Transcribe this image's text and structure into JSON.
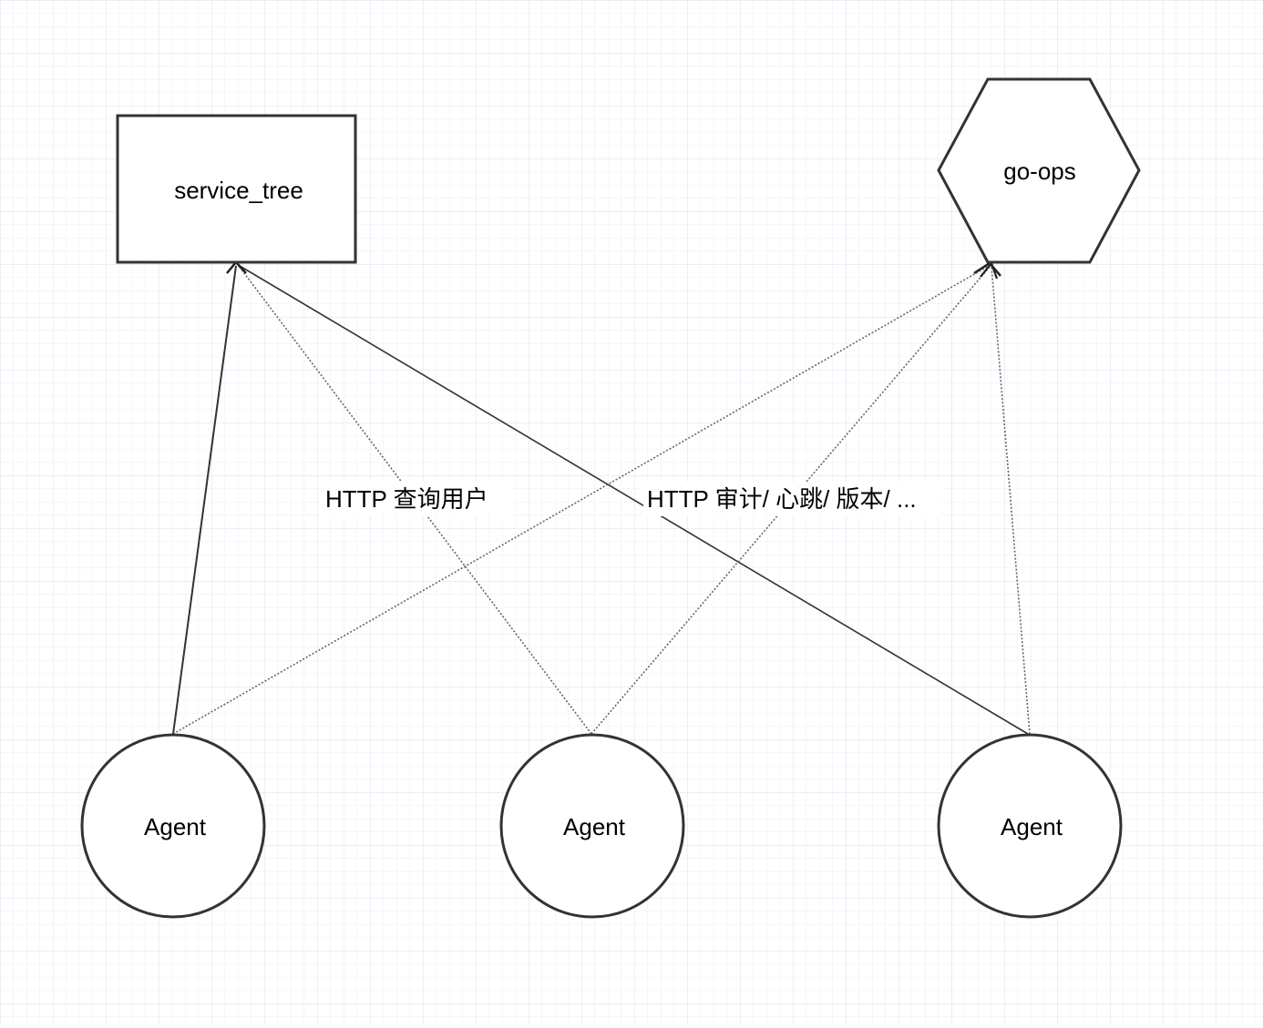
{
  "colors": {
    "background": "#ffffff",
    "grid_minor": "#eeeef9",
    "grid_major": "#e2e2f1",
    "stroke": "#333333",
    "text": "#000000"
  },
  "nodes": {
    "service_tree": {
      "label": "service_tree",
      "shape": "rectangle"
    },
    "go_ops": {
      "label": "go-ops",
      "shape": "hexagon"
    },
    "agent_1": {
      "label": "Agent",
      "shape": "circle"
    },
    "agent_2": {
      "label": "Agent",
      "shape": "circle"
    },
    "agent_3": {
      "label": "Agent",
      "shape": "circle"
    }
  },
  "edges": [
    {
      "from": "agent_1",
      "to": "service_tree",
      "style": "solid"
    },
    {
      "from": "agent_2",
      "to": "service_tree",
      "style": "dotted"
    },
    {
      "from": "agent_3",
      "to": "service_tree",
      "style": "solid"
    },
    {
      "from": "agent_1",
      "to": "go_ops",
      "style": "dotted"
    },
    {
      "from": "agent_2",
      "to": "go_ops",
      "style": "dotted"
    },
    {
      "from": "agent_3",
      "to": "go_ops",
      "style": "dotted"
    }
  ],
  "edge_labels": {
    "service_tree_label": "HTTP  查询用户",
    "go_ops_label": "HTTP 审计/ 心跳/ 版本/ ..."
  }
}
